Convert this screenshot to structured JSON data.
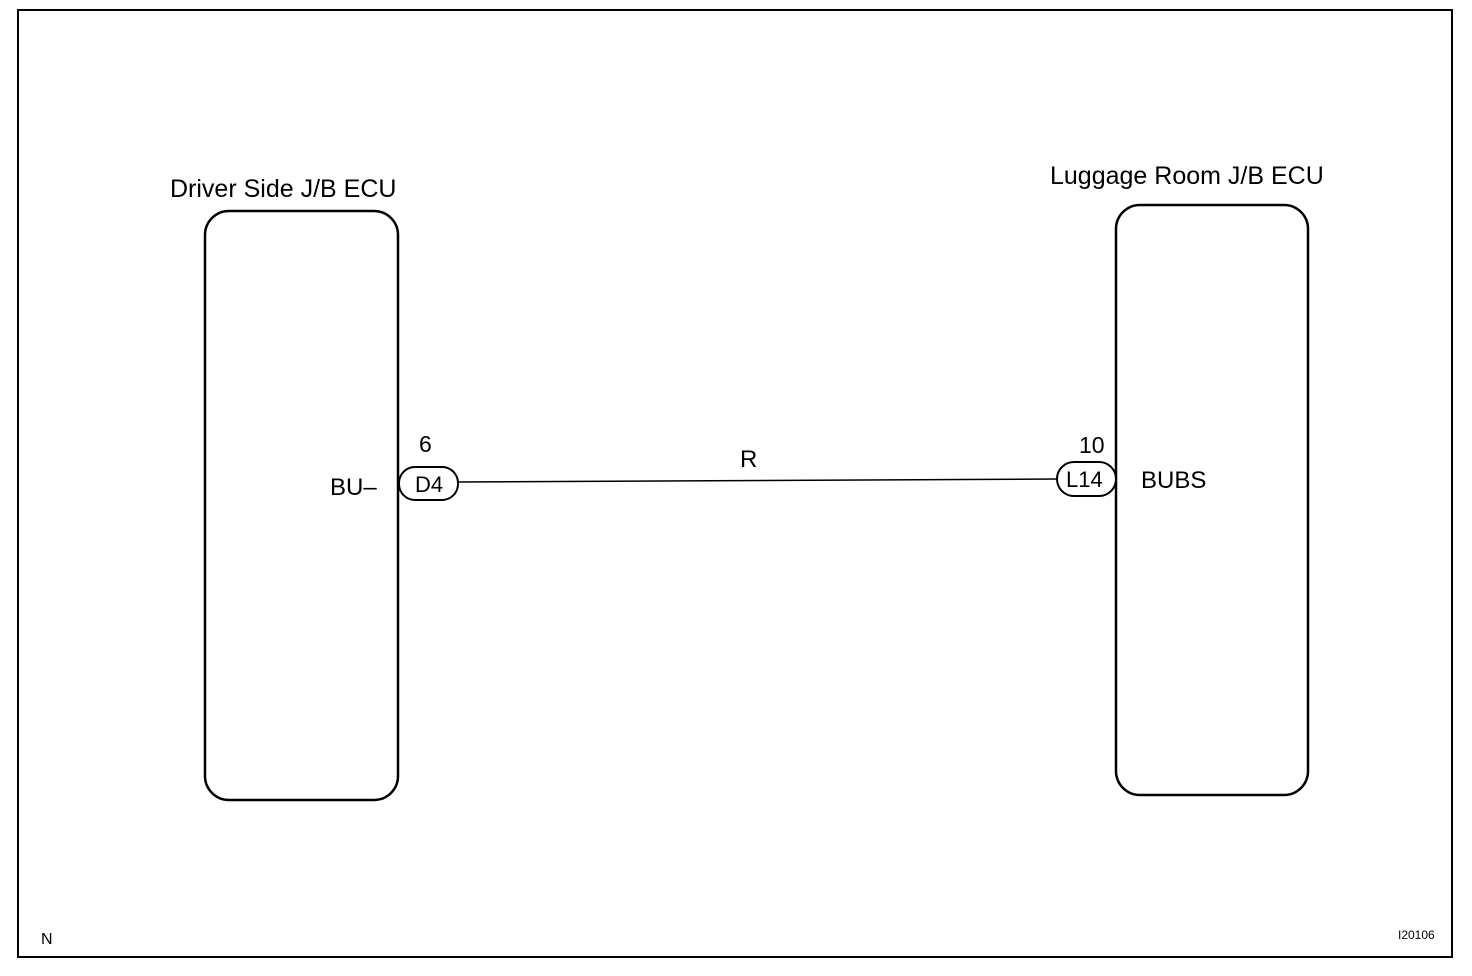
{
  "diagram": {
    "left_ecu": {
      "title": "Driver Side J/B ECU",
      "terminal_label": "BU–",
      "connector": "D4",
      "pin": "6"
    },
    "right_ecu": {
      "title": "Luggage Room J/B ECU",
      "terminal_label": "BUBS",
      "connector": "L14",
      "pin": "10"
    },
    "wire": {
      "color_code": "R"
    },
    "corner_mark": "N",
    "figure_code": "I20106"
  }
}
